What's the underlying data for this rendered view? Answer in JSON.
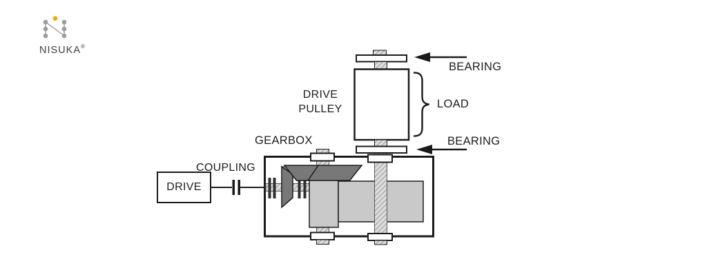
{
  "logo": {
    "brand": "NISUKA",
    "registered_mark": "®",
    "accent_color": "#F2A900",
    "dot_color": "#9B9B9B",
    "text_color": "#3D3D3D"
  },
  "diagram": {
    "drive_box_label": "DRIVE",
    "coupling_label": "COUPLING",
    "gearbox_label": "GEARBOX",
    "drive_pulley_label": "DRIVE\nPULLEY",
    "bearing_top_label": "BEARING",
    "bearing_bottom_label": "BEARING",
    "load_label": "LOAD",
    "colors": {
      "outline": "#1A1A1A",
      "gear_dark": "#787878",
      "gear_light": "#C9C9C9",
      "shaft_fill": "#DCDCDC",
      "shaft_hatch": "#8A8A8A"
    }
  }
}
